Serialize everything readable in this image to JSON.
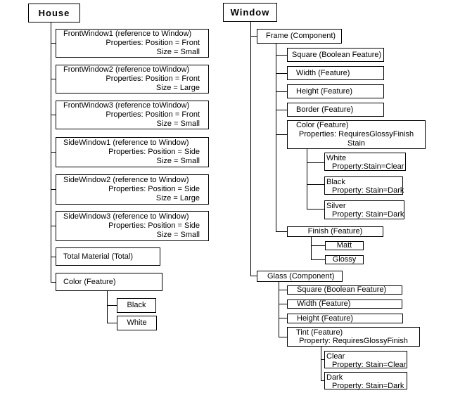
{
  "diagram": {
    "house_tree": {
      "root": "House",
      "nodes": [
        {
          "lines": [
            "FrontWindow1 (reference to Window)",
            "Properties: Position = Front",
            "Size = Small"
          ]
        },
        {
          "lines": [
            "FrontWindow2 (reference toWindow)",
            "Properties: Position = Front",
            "Size = Large"
          ]
        },
        {
          "lines": [
            "FrontWindow3 (reference toWindow)",
            "Properties: Position = Front",
            "Size = Small"
          ]
        },
        {
          "lines": [
            "SideWindow1 (reference to Window)",
            "Properties: Position = Side",
            "Size = Small"
          ]
        },
        {
          "lines": [
            "SideWindow2 (reference to Window)",
            "Properties: Position = Side",
            "Size = Large"
          ]
        },
        {
          "lines": [
            "SideWindow3 (reference to Window)",
            "Properties: Position = Side",
            "Size = Small"
          ]
        },
        {
          "lines": [
            "Total Material (Total)"
          ]
        },
        {
          "lines": [
            "Color (Feature)"
          ],
          "children": [
            {
              "label": "Black"
            },
            {
              "label": "White"
            }
          ]
        }
      ]
    },
    "window_tree": {
      "root": "Window",
      "frame": {
        "label": "Frame (Component)",
        "features": [
          {
            "label": "Square (Boolean Feature)"
          },
          {
            "label": "Width (Feature)"
          },
          {
            "label": "Height (Feature)"
          },
          {
            "label": "Border (Feature)"
          },
          {
            "lines": [
              "Color (Feature)",
              "Properties: RequiresGlossyFinish",
              "Stain"
            ],
            "values": [
              {
                "lines": [
                  "White",
                  "Property:Stain=Clear"
                ]
              },
              {
                "lines": [
                  "Black",
                  "Property: Stain=Dark"
                ]
              },
              {
                "lines": [
                  "Silver",
                  "Property: Stain=Dark"
                ]
              }
            ]
          },
          {
            "label": "Finish (Feature)",
            "values": [
              {
                "label": "Matt"
              },
              {
                "label": "Glossy"
              }
            ]
          }
        ]
      },
      "glass": {
        "label": "Glass (Component)",
        "features": [
          {
            "label": "Square (Boolean Feature)"
          },
          {
            "label": "Width (Feature)"
          },
          {
            "label": "Height (Feature)"
          },
          {
            "lines": [
              "Tint (Feature)",
              "Property: RequiresGlossyFinish"
            ],
            "values": [
              {
                "lines": [
                  "Clear",
                  "Property: Stain=Clear"
                ]
              },
              {
                "lines": [
                  "Dark",
                  "Property: Stain=Dark"
                ]
              }
            ]
          }
        ]
      }
    }
  }
}
